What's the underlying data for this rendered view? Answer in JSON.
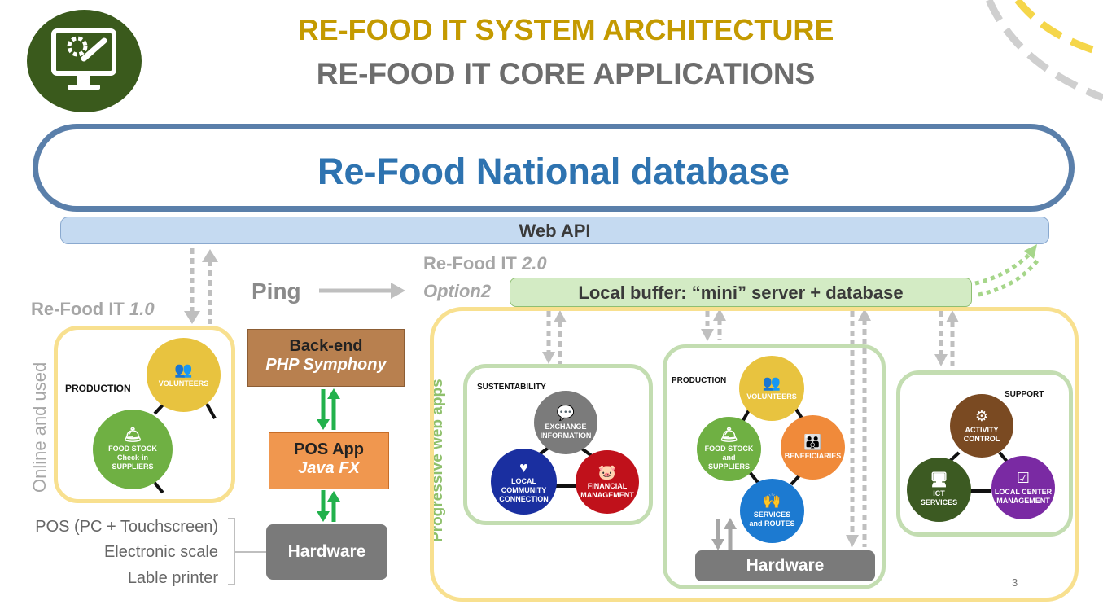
{
  "title": {
    "line1": "RE-FOOD IT SYSTEM ARCHITECTURE",
    "line2": "RE-FOOD IT CORE APPLICATIONS"
  },
  "database": "Re-Food National database",
  "web_api": "Web API",
  "refood_v1": {
    "prefix": "Re-Food IT ",
    "version": "1.0"
  },
  "refood_v2": {
    "prefix": "Re-Food IT ",
    "version": "2.0",
    "option": "Option2"
  },
  "ping": "Ping",
  "local_buffer": "Local buffer: “mini” server + database",
  "online_used": "Online and used",
  "progressive": "Progressive web apps",
  "backend": {
    "line1": "Back-end",
    "line2": "PHP Symphony"
  },
  "pos_app": {
    "line1": "POS App",
    "line2": "Java FX"
  },
  "hardware": "Hardware",
  "pos_list": [
    "POS (PC + Touchscreen)",
    "Electronic scale",
    "Lable printer"
  ],
  "v1_cluster": {
    "section": "PRODUCTION",
    "volunteers": "VOLUNTEERS",
    "food_stock": [
      "FOOD STOCK",
      "Check-in",
      "SUPPLIERS"
    ]
  },
  "sustentability": {
    "section": "SUSTENTABILITY",
    "exchange": [
      "EXCHANGE",
      "INFORMATION"
    ],
    "local": [
      "LOCAL",
      "COMMUNITY",
      "CONNECTION"
    ],
    "financial": [
      "FINANCIAL",
      "MANAGEMENT"
    ]
  },
  "production": {
    "section": "PRODUCTION",
    "volunteers": "VOLUNTEERS",
    "food_stock": [
      "FOOD STOCK",
      "and",
      "SUPPLIERS"
    ],
    "beneficiaries": "BENEFICIARIES",
    "services": [
      "SERVICES",
      "and ROUTES"
    ]
  },
  "support": {
    "section": "SUPPORT",
    "activity": [
      "ACTIVITY",
      "CONTROL"
    ],
    "ict": [
      "ICT",
      "SERVICES"
    ],
    "local_center": [
      "LOCAL CENTER",
      "MANAGEMENT"
    ]
  },
  "page_number": "3",
  "colors": {
    "title_gold": "#C49A00",
    "db_border": "#5a7faa",
    "db_text": "#2e73b0",
    "yellow_frame": "#f8e08f",
    "green_frame": "#c3ddb1",
    "arrow_green": "#22b14c",
    "circle_yellow": "#e8c33f",
    "circle_green": "#6fb043",
    "circle_gray": "#7b7b7b",
    "circle_blue": "#1a2fa0",
    "circle_red": "#c0111b",
    "circle_orange": "#f08a3a",
    "circle_sky": "#1c7ad1",
    "circle_brown": "#7a4a22",
    "circle_dkgreen": "#3c5a22",
    "circle_purple": "#7a2aa3"
  },
  "icons": [
    "monitor-gear-icon",
    "people-icon",
    "waiter-icon",
    "chat-icon",
    "heart-icon",
    "piggy-bank-icon",
    "family-icon",
    "cheering-people-icon",
    "gears-icon",
    "presentation-icon",
    "checklist-icon"
  ]
}
